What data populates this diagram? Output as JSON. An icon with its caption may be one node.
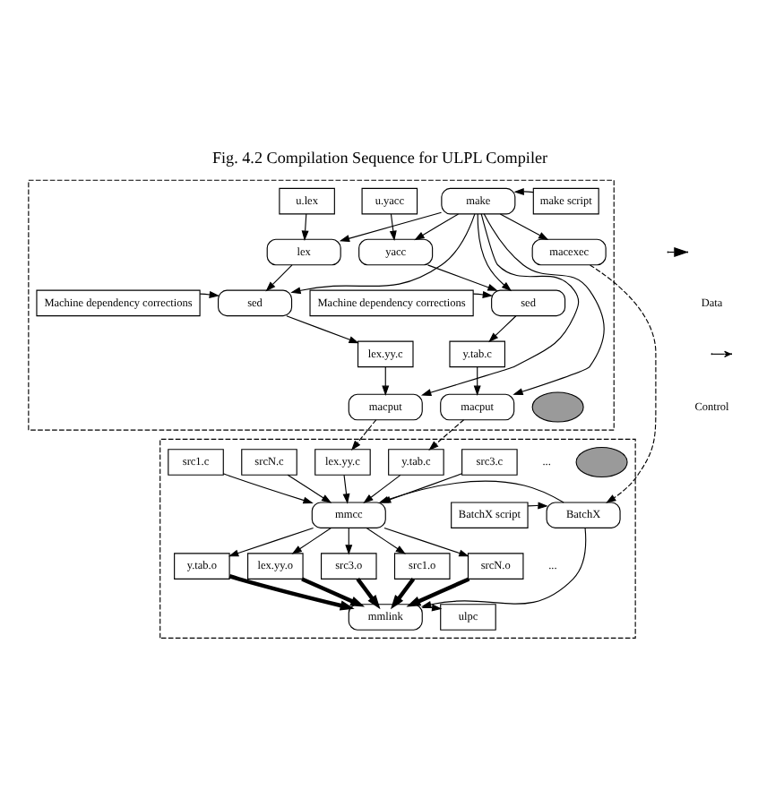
{
  "diagram": {
    "title": "Fig. 4.2 Compilation Sequence for ULPL Compiler",
    "nodes": [
      {
        "text": [],
        "shape": "box"
      },
      {
        "text": [
          "make script"
        ],
        "in": 0
      },
      {
        "text": [
          "make"
        ],
        "in": 0
      },
      {
        "text": [
          "u.lex"
        ],
        "in": 0
      },
      {
        "text": [
          "lex"
        ],
        "in": 0
      },
      {
        "text": [
          "Machine dependency corrections"
        ],
        "in": 0
      },
      {
        "text": [
          "sed"
        ],
        "in": 0
      },
      {
        "text": [
          "lex.yy.c"
        ],
        "in": 0
      },
      {
        "text": [
          "macput"
        ],
        "in": 0
      },
      {
        "text": [
          "u.yacc"
        ],
        "in": 0
      },
      {
        "text": [
          "yacc"
        ],
        "in": 0
      },
      {
        "text": [
          "sed"
        ],
        "in": 0
      },
      {
        "text": [
          "Machine dependency corrections"
        ],
        "in": 0
      },
      {
        "text": [
          "y.tab.c"
        ],
        "in": 0
      },
      {
        "text": [
          "macput"
        ],
        "in": 0
      },
      {
        "text": [
          "macexec"
        ],
        "in": 0
      },
      {
        "text": [],
        "shape": "ellipse",
        "in": 0
      },
      {
        "text": [],
        "shape": "box"
      },
      {
        "text": [
          "src1.c"
        ],
        "in": 17
      },
      {
        "text": [
          "lex.yy.c"
        ],
        "in": 17
      },
      {
        "text": [
          "src3.c"
        ],
        "in": 17
      },
      {
        "text": [
          "srcN.c"
        ],
        "in": 17
      },
      {
        "text": [
          "y.tab.c"
        ],
        "in": 17
      },
      {
        "text": [],
        "shape": "ellipse",
        "in": 17
      },
      {
        "text": [
          "mmcc"
        ],
        "in": 17
      },
      {
        "text": [
          "BatchX"
        ],
        "in": 17
      },
      {
        "text": [
          "BatchX script"
        ],
        "in": 17
      },
      {
        "text": [
          "src1.o"
        ],
        "in": 17
      },
      {
        "text": [
          "lex.yy.o"
        ],
        "in": 17
      },
      {
        "text": [
          "src3.o"
        ],
        "in": 17
      },
      {
        "text": [
          "srcN.o"
        ],
        "in": 17
      },
      {
        "text": [
          "y.tab.o"
        ],
        "in": 17
      },
      {
        "text": [
          "mmlink"
        ],
        "in": 17
      },
      {
        "text": [
          "ulpc"
        ],
        "in": 17
      }
    ],
    "edges": [
      {
        "from": 1,
        "to": 2,
        "arrow": "to"
      },
      {
        "from": 2,
        "to": 4,
        "arrow": "to"
      },
      {
        "from": 2,
        "to": 6,
        "arrow": "to"
      },
      {
        "from": 2,
        "to": 8,
        "arrow": "to"
      },
      {
        "from": 2,
        "to": 14,
        "arrow": "to"
      },
      {
        "from": 2,
        "to": 10,
        "arrow": "to"
      },
      {
        "from": 2,
        "to": 11,
        "arrow": "to"
      },
      {
        "from": 2,
        "to": 15,
        "arrow": "to"
      },
      {
        "from": 3,
        "to": 4,
        "arrow": "to"
      },
      {
        "from": 4,
        "to": 6,
        "arrow": "to"
      },
      {
        "from": 5,
        "to": 6,
        "arrow": "to"
      },
      {
        "from": 6,
        "to": 7,
        "arrow": "to"
      },
      {
        "from": 7,
        "to": 8,
        "arrow": "to"
      },
      {
        "from": 9,
        "to": 10,
        "arrow": "to"
      },
      {
        "from": 10,
        "to": 11,
        "arrow": "to"
      },
      {
        "from": 12,
        "to": 11,
        "arrow": "to"
      },
      {
        "from": 11,
        "to": 13,
        "arrow": "to"
      },
      {
        "from": 13,
        "to": 14,
        "arrow": "to"
      },
      {
        "from": 8,
        "to": 19,
        "arrow": "to",
        "style": "dashed"
      },
      {
        "from": 14,
        "to": 22,
        "arrow": "to",
        "style": "dashed"
      },
      {
        "from": 15,
        "to": 25,
        "arrow": "to",
        "style": "dashed"
      },
      {
        "from": 18,
        "to": 24,
        "arrow": "to"
      },
      {
        "from": 19,
        "to": 24,
        "arrow": "to"
      },
      {
        "from": 20,
        "to": 24,
        "arrow": "to"
      },
      {
        "from": 21,
        "to": 24,
        "arrow": "to"
      },
      {
        "from": 22,
        "to": 24,
        "arrow": "to"
      },
      {
        "from": 25,
        "to": 24,
        "arrow": "to"
      },
      {
        "from": 26,
        "to": 25,
        "arrow": "to"
      },
      {
        "from": 24,
        "to": 27,
        "arrow": "to"
      },
      {
        "from": 24,
        "to": 28,
        "arrow": "to"
      },
      {
        "from": 24,
        "to": 29,
        "arrow": "to"
      },
      {
        "from": 24,
        "to": 30,
        "arrow": "to"
      },
      {
        "from": 24,
        "to": 31,
        "arrow": "to"
      },
      {
        "from": 25,
        "to": 32,
        "arrow": "to"
      },
      {
        "from": 27,
        "to": 32,
        "arrow": "to",
        "style": "thick"
      },
      {
        "from": 28,
        "to": 32,
        "arrow": "to",
        "style": "thick"
      },
      {
        "from": 29,
        "to": 32,
        "arrow": "to",
        "style": "thick"
      },
      {
        "from": 30,
        "to": 32,
        "arrow": "to",
        "style": "thick"
      },
      {
        "from": 31,
        "to": 32,
        "arrow": "to",
        "style": "thick"
      },
      {
        "from": 32,
        "to": 33,
        "arrow": "to"
      }
    ],
    "labels": [
      "...",
      "..."
    ],
    "legend": [
      {
        "text": "Data"
      },
      {
        "text": "Control"
      }
    ]
  }
}
